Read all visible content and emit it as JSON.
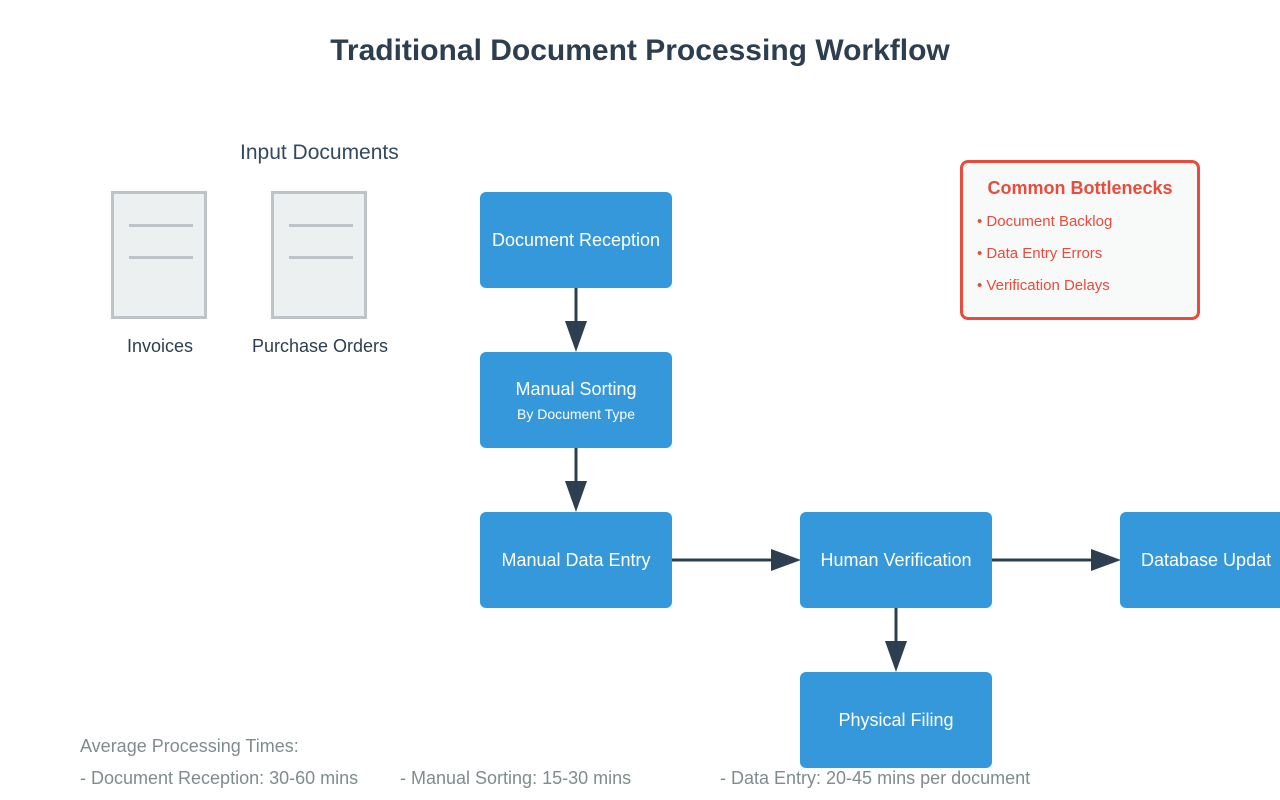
{
  "title": "Traditional Document Processing Workflow",
  "input_section": {
    "label": "Input Documents",
    "documents": [
      {
        "caption": "Invoices"
      },
      {
        "caption": "Purchase Orders"
      }
    ]
  },
  "nodes": {
    "reception": {
      "label": "Document Reception"
    },
    "sorting": {
      "label": "Manual Sorting",
      "sublabel": "By Document Type"
    },
    "data_entry": {
      "label": "Manual Data Entry"
    },
    "verification": {
      "label": "Human Verification"
    },
    "database": {
      "label": "Database Updat"
    },
    "filing": {
      "label": "Physical Filing"
    }
  },
  "bottlenecks": {
    "title": "Common Bottlenecks",
    "items": [
      "• Document Backlog",
      "• Data Entry Errors",
      "• Verification Delays"
    ]
  },
  "processing_times": {
    "title": "Average Processing Times:",
    "items": [
      "- Document Reception: 30-60 mins",
      "- Manual Sorting: 15-30 mins",
      "- Data Entry: 20-45 mins per document"
    ]
  },
  "colors": {
    "node_fill": "#3498db",
    "arrow": "#2c3e50",
    "bottleneck_accent": "#e74c3c",
    "document_fill": "#ecf0f1",
    "document_stroke": "#bdc3c7"
  }
}
